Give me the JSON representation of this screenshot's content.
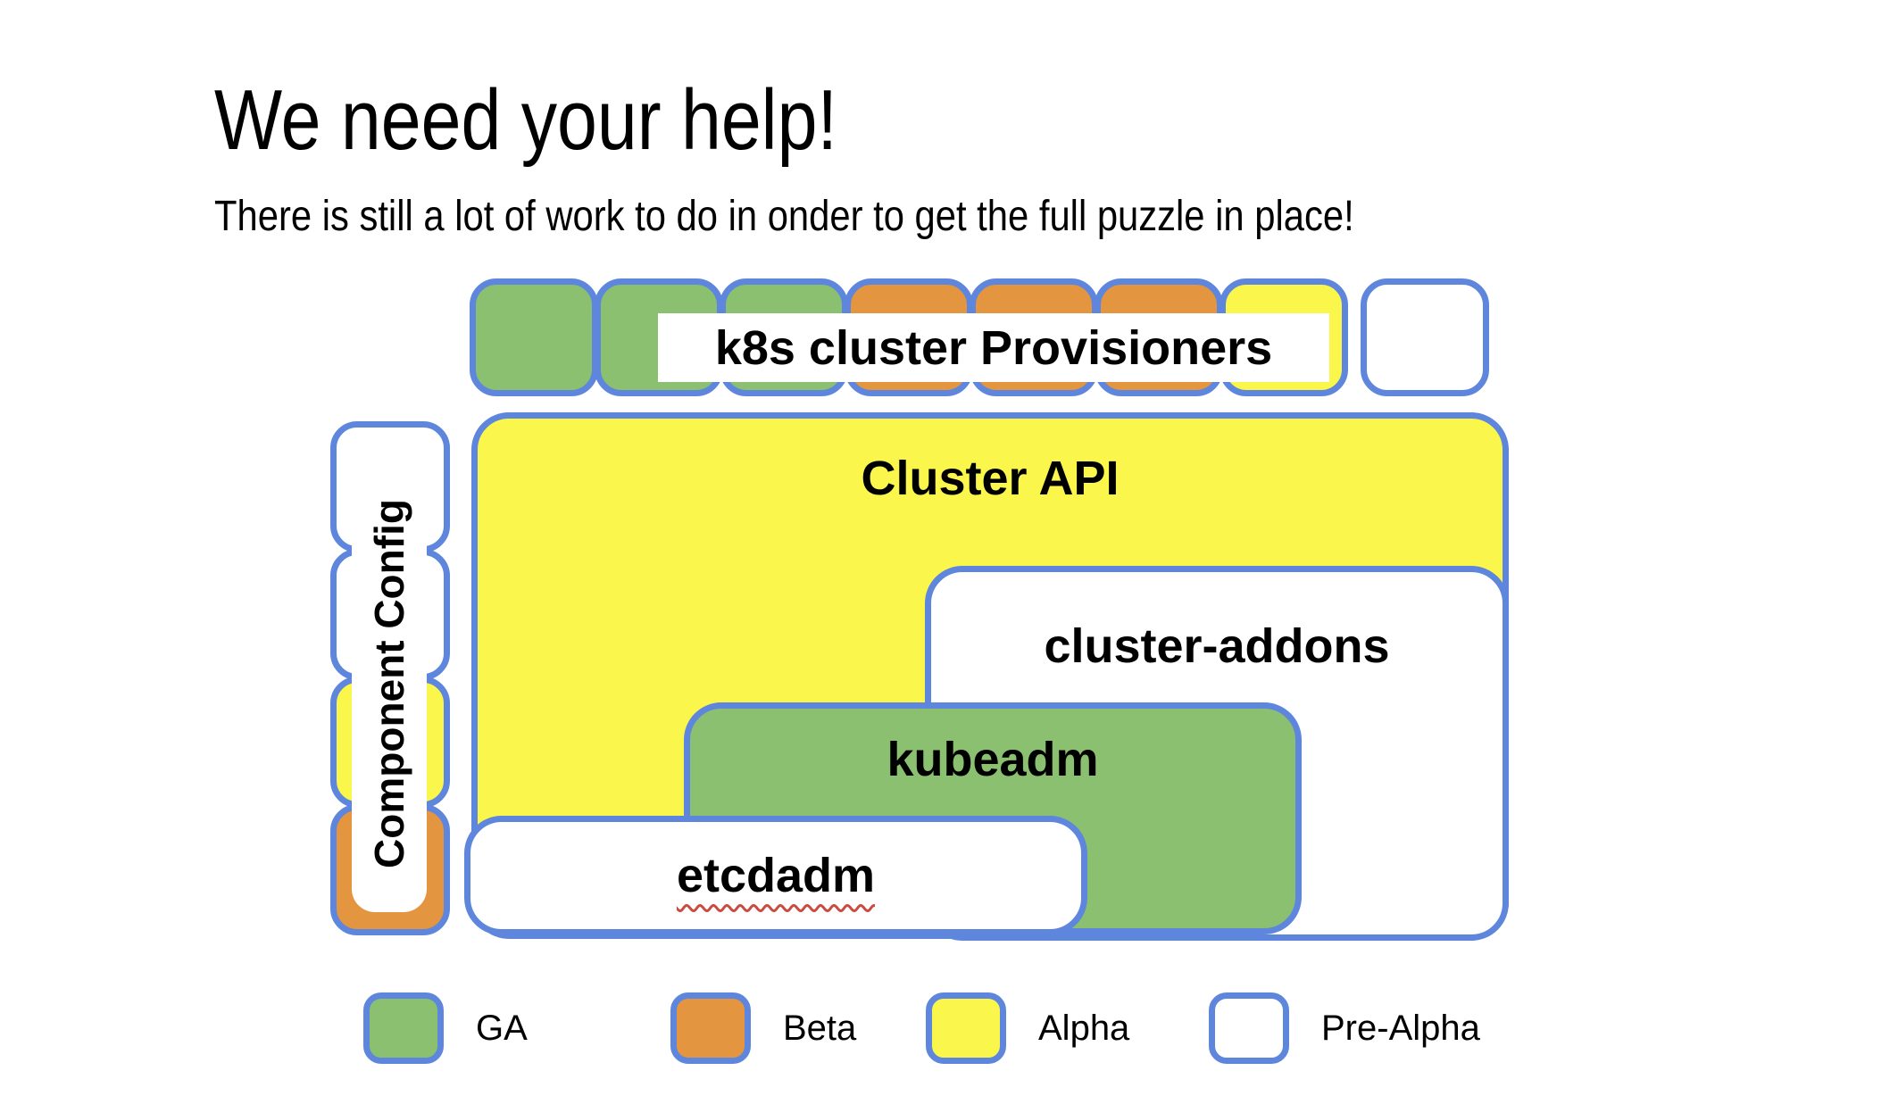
{
  "slide": {
    "title": "We need your help!",
    "subtitle": "There is still a lot of work to do in onder to get the full puzzle in place!"
  },
  "colors": {
    "green": "#8bc070",
    "orange": "#e39540",
    "yellow": "#fbf64b",
    "white": "#ffffff",
    "blue_border": "#5e86dc",
    "squiggle_red": "#cc4b40",
    "text": "#000000",
    "background": "#ffffff"
  },
  "diagram": {
    "provisioners_row": {
      "label": "k8s cluster Provisioners",
      "pieces": [
        "green",
        "green",
        "green",
        "orange",
        "orange",
        "orange",
        "yellow",
        "white"
      ]
    },
    "component_config": {
      "label": "Component Config",
      "pieces": [
        "white",
        "white",
        "yellow",
        "orange"
      ]
    },
    "boxes": [
      {
        "label": "Cluster API",
        "color": "yellow"
      },
      {
        "label": "cluster-addons",
        "color": "white"
      },
      {
        "label": "kubeadm",
        "color": "green"
      },
      {
        "label": "etcdadm",
        "color": "white",
        "spellcheck_underline": true
      }
    ]
  },
  "legend": {
    "items": [
      {
        "label": "GA",
        "color": "green"
      },
      {
        "label": "Beta",
        "color": "orange"
      },
      {
        "label": "Alpha",
        "color": "yellow"
      },
      {
        "label": "Pre-Alpha",
        "color": "white"
      }
    ]
  }
}
